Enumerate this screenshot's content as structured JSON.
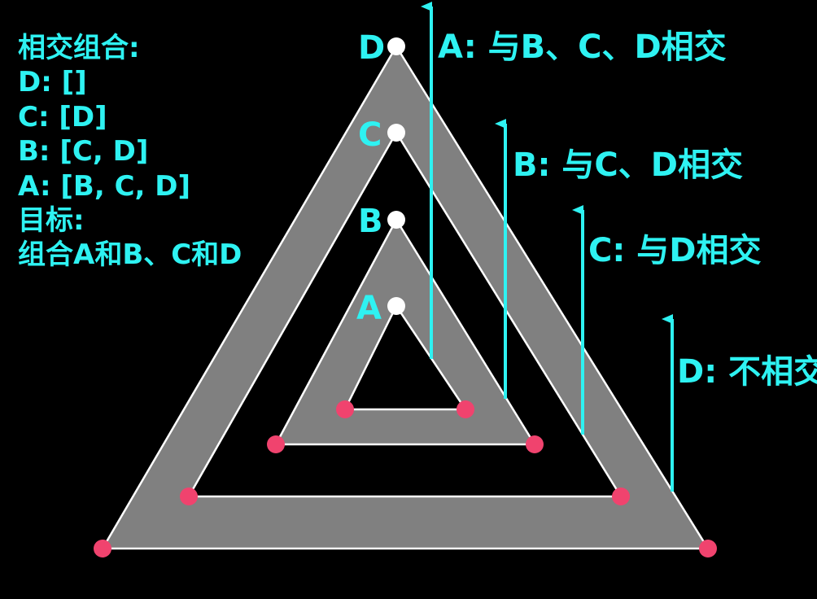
{
  "info_panel": {
    "lines": [
      "相交组合:",
      "D: []",
      "C: [D]",
      "B: [C, D]",
      "A: [B, C, D]",
      "目标:",
      "组合A和B、C和D"
    ]
  },
  "vertex_labels": {
    "A": "A",
    "B": "B",
    "C": "C",
    "D": "D"
  },
  "arrow_labels": {
    "A": "A: 与B、C、D相交",
    "B": "B: 与C、D相交",
    "C": "C: 与D相交",
    "D": "D: 不相交"
  },
  "colors": {
    "background": "#000000",
    "band_fill": "#808080",
    "triangle_edge": "#ffffff",
    "accent_cyan": "#2ef2f2",
    "corner_dot": "#f0436e",
    "apex_dot": "#ffffff"
  }
}
